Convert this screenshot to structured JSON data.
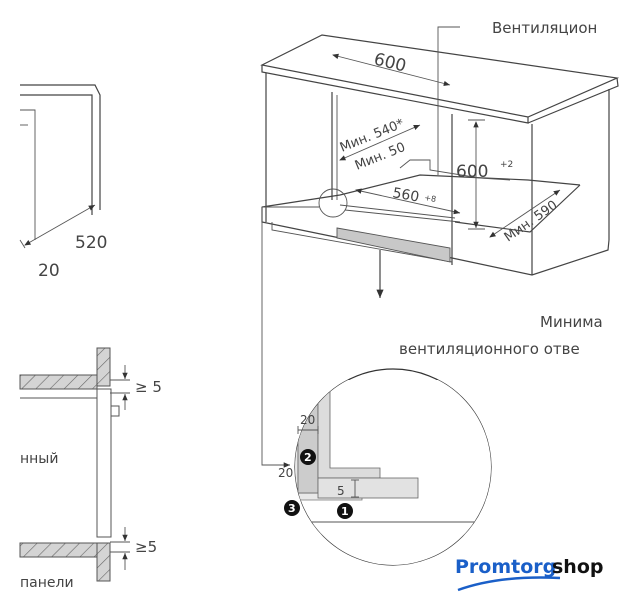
{
  "top_right_label": "Вентиляцион",
  "dimensions": {
    "width_600": "600",
    "min_540": "Мин. 540*",
    "min_50": "Мин. 50",
    "height_600": "600",
    "height_600_tol": "+2",
    "width_560": "560",
    "width_560_tol": "+8",
    "min_590": "Мин. 590",
    "left_520": "520",
    "left_20": "20"
  },
  "caption_right": {
    "line1": "Минима",
    "line2": "вентиляционного отве"
  },
  "side_section": {
    "gap_top": "≥ 5",
    "gap_bottom": "≥5",
    "label_mid": "нный",
    "label_bottom": "панели"
  },
  "detail": {
    "dim_20_top": "20",
    "dim_20_left": "20",
    "dim_5": "5",
    "badges": [
      "1",
      "2",
      "3"
    ]
  },
  "logo": {
    "part1": "Promtorg",
    "part2": "shop",
    "color1": "#1a5fc8",
    "color2": "#111111"
  }
}
